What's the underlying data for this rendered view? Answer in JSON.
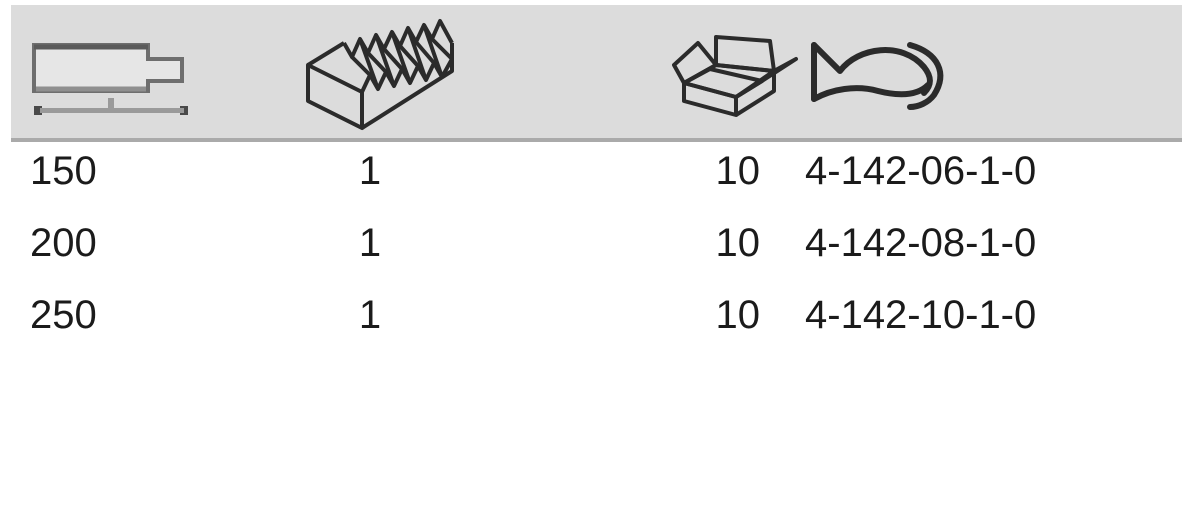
{
  "table": {
    "columns": [
      {
        "key": "length",
        "icon": "file-length-dimension-icon",
        "icon_label": "overall length dimension"
      },
      {
        "key": "cut",
        "icon": "serrated-block-icon",
        "icon_label": "cut / serration grade"
      },
      {
        "key": "packaging",
        "icon": "open-box-icon",
        "icon_label": "packaging unit"
      },
      {
        "key": "article",
        "icon": "fish-icon",
        "icon_label": "article number"
      }
    ],
    "rows": [
      {
        "length": "150",
        "cut": "1",
        "packaging": "10",
        "article": "4-142-06-1-0"
      },
      {
        "length": "200",
        "cut": "1",
        "packaging": "10",
        "article": "4-142-08-1-0"
      },
      {
        "length": "250",
        "cut": "1",
        "packaging": "10",
        "article": "4-142-10-1-0"
      }
    ]
  },
  "colors": {
    "header_background": "#dcdcdc",
    "header_border": "#aaaaaa",
    "text": "#1b1b1b",
    "icon_stroke": "#2b2b2b",
    "icon_gray": "#8c8c8c",
    "page_background": "#ffffff"
  }
}
